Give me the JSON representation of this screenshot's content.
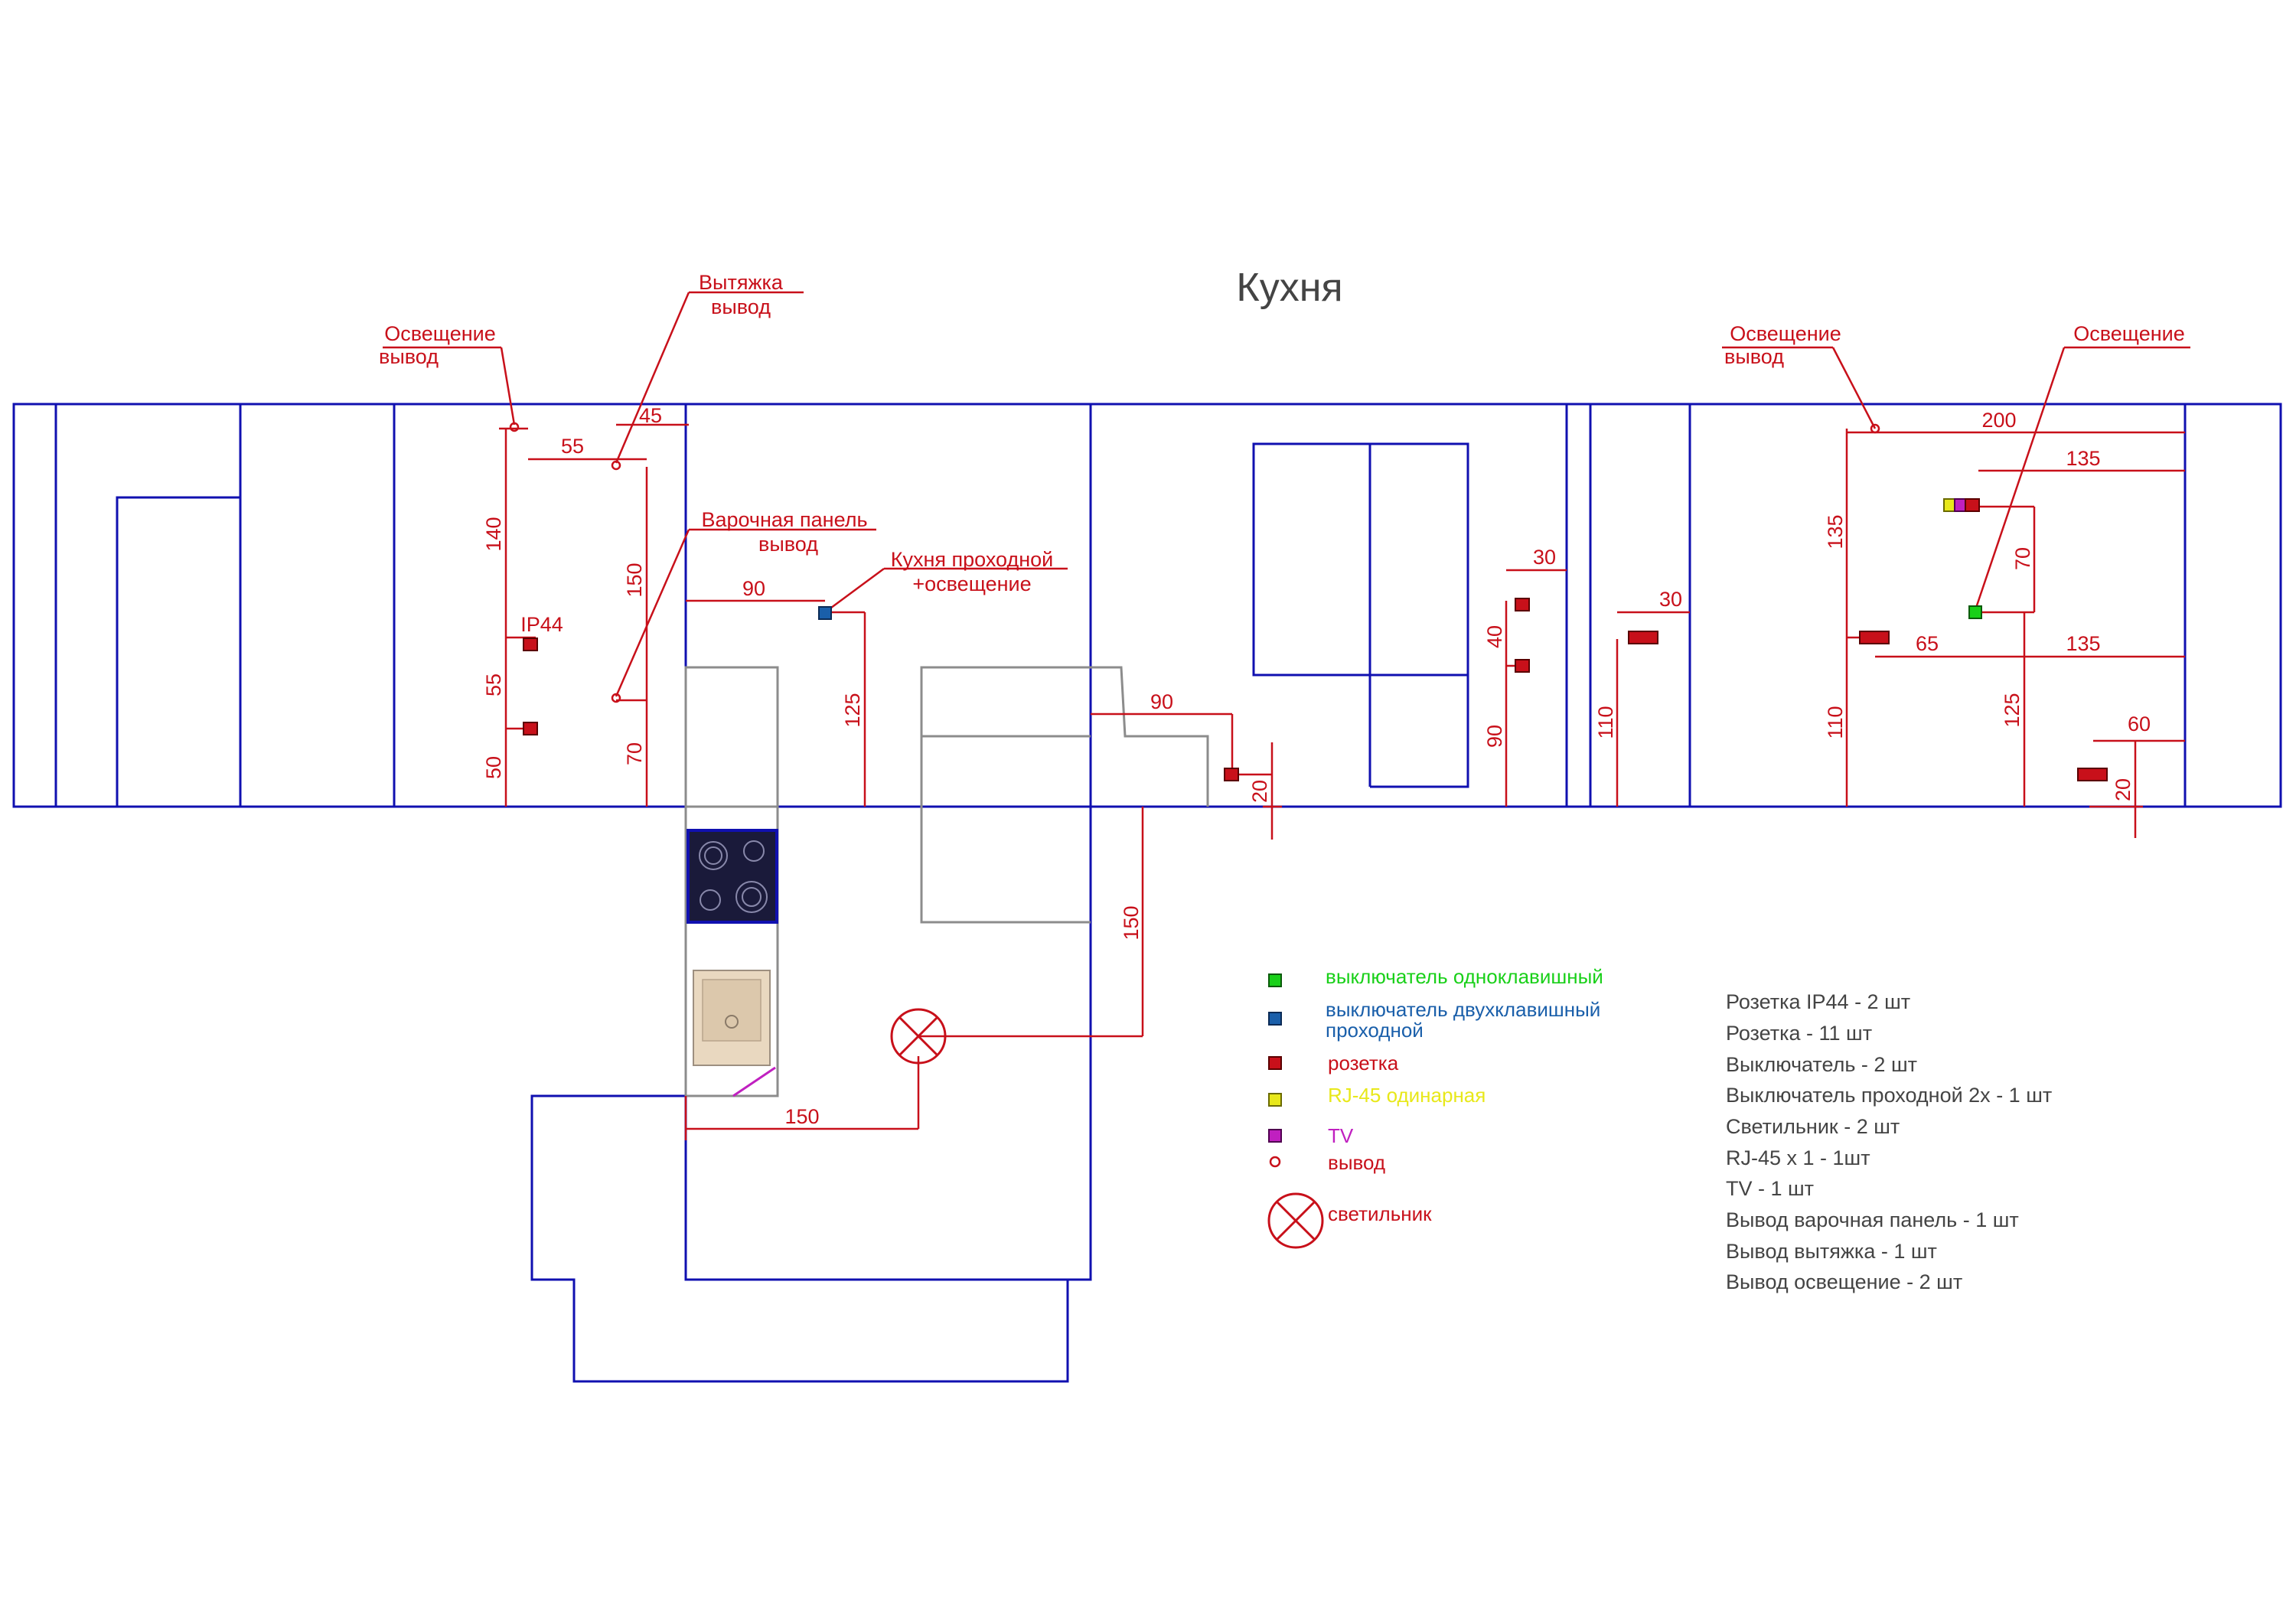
{
  "title": "Кухня",
  "callouts": {
    "light_left_1": "Освещение",
    "light_left_2": "вывод",
    "hood_1": "Вытяжка",
    "hood_2": "вывод",
    "hob_1": "Варочная панель",
    "hob_2": "вывод",
    "pass_1": "Кухня проходной",
    "pass_2": "+освещение",
    "light_right_1": "Освещение",
    "light_right_2": "вывод",
    "light_right2": "Освещение",
    "ip44": "IP44"
  },
  "dims": {
    "d55a": "55",
    "d45": "45",
    "d140": "140",
    "d150a": "150",
    "d55b": "55",
    "d50": "50",
    "d70a": "70",
    "d90a": "90",
    "d125a": "125",
    "d90b": "90",
    "d20a": "20",
    "d150b": "150",
    "d150c": "150",
    "d30a": "30",
    "d40": "40",
    "d90c": "90",
    "d30b": "30",
    "d110a": "110",
    "d200": "200",
    "d135a": "135",
    "d135b": "135",
    "d70b": "70",
    "d65": "65",
    "d135c": "135",
    "d110b": "110",
    "d125b": "125",
    "d60": "60",
    "d20b": "20"
  },
  "legend": [
    {
      "label": "выключатель одноклавишный",
      "color": "#19d019",
      "icon": "switch-single-icon"
    },
    {
      "label": "выключатель двухклавишный",
      "label2": "проходной",
      "color": "#1a5faa",
      "icon": "switch-double-icon"
    },
    {
      "label": "розетка",
      "color": "#c8101a",
      "icon": "socket-icon"
    },
    {
      "label": "RJ-45 одинарная",
      "color": "#e8e81a",
      "icon": "rj45-icon"
    },
    {
      "label": "TV",
      "color": "#c020c0",
      "icon": "tv-icon"
    },
    {
      "label": "вывод",
      "color": "#c8101a",
      "icon": "outlet-point-icon"
    },
    {
      "label": "светильник",
      "color": "#c8101a",
      "icon": "lamp-icon"
    }
  ],
  "summary": [
    "Розетка IP44 - 2 шт",
    "Розетка - 11 шт",
    "Выключатель - 2 шт",
    "Выключатель проходной 2х - 1 шт",
    "Светильник - 2 шт",
    "RJ-45 х 1 - 1шт",
    "TV - 1 шт",
    "Вывод варочная панель - 1 шт",
    "Вывод вытяжка - 1 шт",
    "Вывод освещение - 2 шт"
  ]
}
